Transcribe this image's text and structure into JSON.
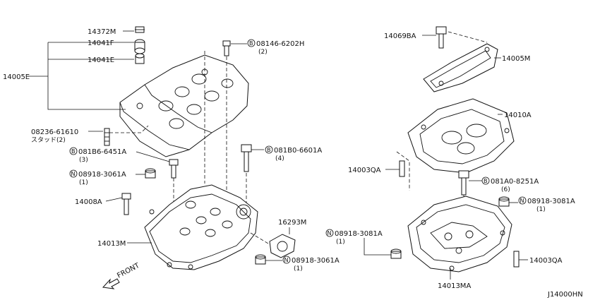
{
  "labels": {
    "p14372M": "14372M",
    "p14041F": "14041F",
    "p14041E": "14041E",
    "p14005E": "14005E",
    "p08236": "08236-61610",
    "stud": "スタッド(2)",
    "b08146": "08146-6202H",
    "b08146_qty": "(2)",
    "b081B6": "081B6-6451A",
    "b081B6_qty": "(3)",
    "b081B0": "081B0-6601A",
    "b081B0_qty": "(4)",
    "n08918_3061A_top": "08918-3061A",
    "n08918_3061A_top_qty": "(1)",
    "p14008A": "14008A",
    "p16293M": "16293M",
    "p14013M": "14013M",
    "n08918_3061A_bot": "08918-3061A",
    "n08918_3061A_bot_qty": "(1)",
    "front": "FRONT",
    "p14069BA": "14069BA",
    "p14005M": "14005M",
    "p14010A": "14010A",
    "p14003QA_left": "14003QA",
    "b081A0": "081A0-8251A",
    "b081A0_qty": "(6)",
    "n08918_3081A_right": "08918-3081A",
    "n08918_3081A_right_qty": "(1)",
    "n08918_3081A_left": "08918-3081A",
    "n08918_3081A_left_qty": "(1)",
    "p14003QA_right": "14003QA",
    "p14013MA": "14013MA",
    "diagram_id": "J14000HN"
  },
  "symbols": {
    "bolt": "B",
    "nut": "N"
  }
}
